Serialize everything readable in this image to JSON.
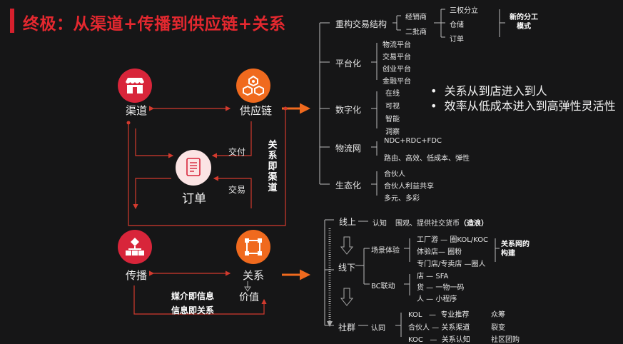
{
  "title": "终极：从渠道+传播到供应链+关系",
  "nodes": {
    "channel": "渠道",
    "supply_chain": "供应链",
    "order": "订单",
    "spread": "传播",
    "relation": "关系",
    "value": "价值"
  },
  "edge_labels": {
    "delivery": "交付",
    "trade": "交易",
    "relation_is_channel": "关系即渠道",
    "media_info": "媒介即信息",
    "info_relation": "信息即关系"
  },
  "upper_tree": {
    "branches": [
      {
        "label": "重构交易结构",
        "children": [
          "经销商",
          "二批商"
        ],
        "grand": [
          "三权分立",
          "仓储",
          "订单"
        ],
        "note": "新的分工模式"
      },
      {
        "label": "平台化",
        "children": [
          "物流平台",
          "交易平台",
          "创业平台",
          "金融平台"
        ]
      },
      {
        "label": "数字化",
        "children": [
          "在线",
          "可视",
          "智能",
          "洞察"
        ]
      },
      {
        "label": "物流网",
        "children": [
          "NDC+RDC+FDC",
          "路由、高效、低成本、弹性"
        ]
      },
      {
        "label": "生态化",
        "children": [
          "合伙人",
          "合伙人利益共享",
          "多元、多彩"
        ]
      }
    ],
    "bullets": [
      "关系从到店进入到人",
      "效率从低成本进入到高弹性灵活性"
    ]
  },
  "lower_tree": {
    "online": {
      "label": "线上",
      "cognition": "认知",
      "detail": "围观、提供社交货币",
      "detail_bold": "（造浪）"
    },
    "offline": {
      "label": "线下",
      "scene": {
        "label": "场景体验",
        "items": [
          "工厂游 — 圈KOL/KOC",
          "体验店— 圈粉",
          "专门店/专卖店 —圈人"
        ],
        "note": "关系网的构建"
      },
      "bc": {
        "label": "BC联动",
        "items": [
          "店 — SFA",
          "货 — 一物一码",
          "人 — 小程序"
        ]
      }
    },
    "community": {
      "label": "社群",
      "identity": "认同",
      "rows": [
        {
          "left": "KOL",
          "mid": "专业推荐",
          "right": "众筹"
        },
        {
          "left": "合伙人",
          "mid": "关系渠道",
          "right": "裂变"
        },
        {
          "left": "KOC",
          "mid": "关系认知",
          "right": "社区团购"
        }
      ]
    }
  },
  "colors": {
    "accent": "#e4282f",
    "orange": "#f06a1e",
    "bg": "#161617",
    "line": "#c43a2f"
  }
}
